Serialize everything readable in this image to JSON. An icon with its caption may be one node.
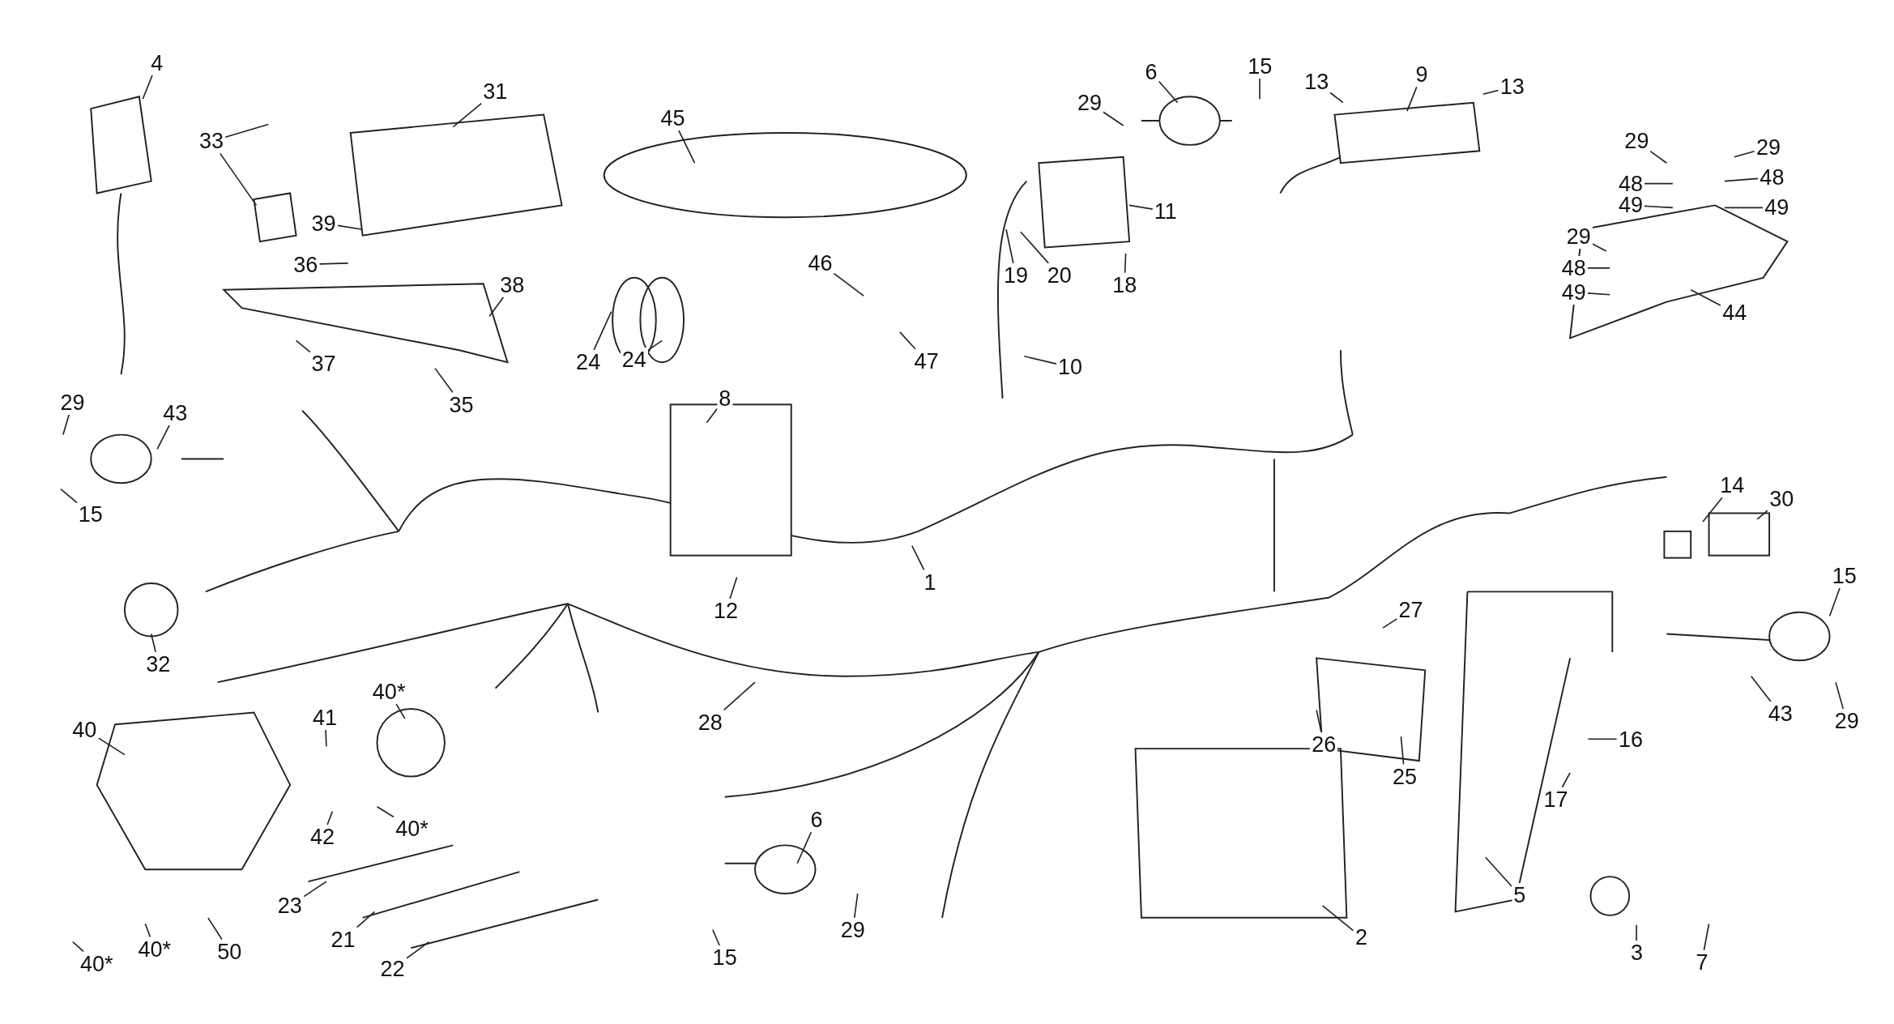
{
  "diagram": {
    "nodes": [
      {
        "text": [
          "4"
        ]
      },
      {
        "text": [
          "31"
        ]
      },
      {
        "text": [
          "33"
        ]
      },
      {
        "text": [
          "45"
        ]
      },
      {
        "text": [
          "29"
        ]
      },
      {
        "text": [
          "6"
        ]
      },
      {
        "text": [
          "15"
        ]
      },
      {
        "text": [
          "13"
        ]
      },
      {
        "text": [
          "9"
        ]
      },
      {
        "text": [
          "13"
        ]
      },
      {
        "text": [
          "29"
        ]
      },
      {
        "text": [
          "29"
        ]
      },
      {
        "text": [
          "48"
        ]
      },
      {
        "text": [
          "48"
        ]
      },
      {
        "text": [
          "49"
        ]
      },
      {
        "text": [
          "49"
        ]
      },
      {
        "text": [
          "39"
        ]
      },
      {
        "text": [
          "11"
        ]
      },
      {
        "text": [
          "36"
        ]
      },
      {
        "text": [
          "19"
        ]
      },
      {
        "text": [
          "20"
        ]
      },
      {
        "text": [
          "18"
        ]
      },
      {
        "text": [
          "38"
        ]
      },
      {
        "text": [
          "46"
        ]
      },
      {
        "text": [
          "29"
        ]
      },
      {
        "text": [
          "48"
        ]
      },
      {
        "text": [
          "49"
        ]
      },
      {
        "text": [
          "44"
        ]
      },
      {
        "text": [
          "24"
        ]
      },
      {
        "text": [
          "24"
        ]
      },
      {
        "text": [
          "47"
        ]
      },
      {
        "text": [
          "37"
        ]
      },
      {
        "text": [
          "10"
        ]
      },
      {
        "text": [
          "35"
        ]
      },
      {
        "text": [
          "8"
        ]
      },
      {
        "text": [
          "29"
        ]
      },
      {
        "text": [
          "43"
        ]
      },
      {
        "text": [
          "14"
        ]
      },
      {
        "text": [
          "15"
        ]
      },
      {
        "text": [
          "30"
        ]
      },
      {
        "text": [
          "1"
        ]
      },
      {
        "text": [
          "12"
        ]
      },
      {
        "text": [
          "27"
        ]
      },
      {
        "text": [
          "15"
        ]
      },
      {
        "text": [
          "32"
        ]
      },
      {
        "text": [
          "28"
        ]
      },
      {
        "text": [
          "40*"
        ]
      },
      {
        "text": [
          "40"
        ]
      },
      {
        "text": [
          "41"
        ]
      },
      {
        "text": [
          "26"
        ]
      },
      {
        "text": [
          "16"
        ]
      },
      {
        "text": [
          "25"
        ]
      },
      {
        "text": [
          "43"
        ]
      },
      {
        "text": [
          "29"
        ]
      },
      {
        "text": [
          "17"
        ]
      },
      {
        "text": [
          "42"
        ]
      },
      {
        "text": [
          "40*"
        ]
      },
      {
        "text": [
          "6"
        ]
      },
      {
        "text": [
          "5"
        ]
      },
      {
        "text": [
          "23"
        ]
      },
      {
        "text": [
          "29"
        ]
      },
      {
        "text": [
          "21"
        ]
      },
      {
        "text": [
          "2"
        ]
      },
      {
        "text": [
          "15"
        ]
      },
      {
        "text": [
          "3"
        ]
      },
      {
        "text": [
          "7"
        ]
      },
      {
        "text": [
          "22"
        ]
      },
      {
        "text": [
          "40*"
        ]
      },
      {
        "text": [
          "40*"
        ]
      },
      {
        "text": [
          "50"
        ]
      }
    ],
    "edges": [
      {
        "from": 0,
        "to": null,
        "arrow": "none"
      },
      {
        "from": 1,
        "to": null,
        "arrow": "none"
      },
      {
        "from": 2,
        "to": null,
        "arrow": "none"
      },
      {
        "from": 2,
        "to": null,
        "arrow": "none"
      },
      {
        "from": 3,
        "to": null,
        "arrow": "none"
      },
      {
        "from": 4,
        "to": null,
        "arrow": "none"
      },
      {
        "from": 5,
        "to": null,
        "arrow": "none"
      },
      {
        "from": 6,
        "to": null,
        "arrow": "none"
      },
      {
        "from": 7,
        "to": null,
        "arrow": "none"
      },
      {
        "from": 8,
        "to": null,
        "arrow": "none"
      },
      {
        "from": 9,
        "to": null,
        "arrow": "none"
      },
      {
        "from": 10,
        "to": null,
        "arrow": "none"
      },
      {
        "from": 11,
        "to": null,
        "arrow": "none"
      },
      {
        "from": 12,
        "to": null,
        "arrow": "none"
      },
      {
        "from": 13,
        "to": null,
        "arrow": "none"
      },
      {
        "from": 14,
        "to": null,
        "arrow": "none"
      },
      {
        "from": 15,
        "to": null,
        "arrow": "none"
      },
      {
        "from": 16,
        "to": null,
        "arrow": "none"
      },
      {
        "from": 17,
        "to": null,
        "arrow": "none"
      },
      {
        "from": 18,
        "to": null,
        "arrow": "none"
      },
      {
        "from": 19,
        "to": null,
        "arrow": "none"
      },
      {
        "from": 20,
        "to": null,
        "arrow": "none"
      },
      {
        "from": 21,
        "to": null,
        "arrow": "none"
      },
      {
        "from": 22,
        "to": null,
        "arrow": "none"
      },
      {
        "from": 23,
        "to": null,
        "arrow": "none"
      },
      {
        "from": 24,
        "to": null,
        "arrow": "none"
      },
      {
        "from": 25,
        "to": null,
        "arrow": "none"
      },
      {
        "from": 26,
        "to": null,
        "arrow": "none"
      },
      {
        "from": 27,
        "to": null,
        "arrow": "none"
      },
      {
        "from": 28,
        "to": null,
        "arrow": "none"
      },
      {
        "from": 29,
        "to": null,
        "arrow": "none"
      },
      {
        "from": 30,
        "to": null,
        "arrow": "none"
      },
      {
        "from": 31,
        "to": null,
        "arrow": "none"
      },
      {
        "from": 32,
        "to": null,
        "arrow": "none"
      },
      {
        "from": 33,
        "to": null,
        "arrow": "none"
      },
      {
        "from": 34,
        "to": null,
        "arrow": "none"
      },
      {
        "from": 35,
        "to": null,
        "arrow": "none"
      },
      {
        "from": 36,
        "to": null,
        "arrow": "none"
      },
      {
        "from": 37,
        "to": null,
        "arrow": "none"
      },
      {
        "from": 38,
        "to": null,
        "arrow": "none"
      },
      {
        "from": 39,
        "to": null,
        "arrow": "none"
      },
      {
        "from": 40,
        "to": null,
        "arrow": "none"
      },
      {
        "from": 41,
        "to": null,
        "arrow": "none"
      },
      {
        "from": 42,
        "to": null,
        "arrow": "none"
      },
      {
        "from": 43,
        "to": null,
        "arrow": "none"
      },
      {
        "from": 44,
        "to": null,
        "arrow": "none"
      },
      {
        "from": 45,
        "to": null,
        "arrow": "none"
      },
      {
        "from": 46,
        "to": null,
        "arrow": "none"
      },
      {
        "from": 47,
        "to": null,
        "arrow": "none"
      },
      {
        "from": 48,
        "to": null,
        "arrow": "none"
      },
      {
        "from": 49,
        "to": null,
        "arrow": "none"
      },
      {
        "from": 50,
        "to": null,
        "arrow": "none"
      },
      {
        "from": 51,
        "to": null,
        "arrow": "none"
      },
      {
        "from": 52,
        "to": null,
        "arrow": "none"
      },
      {
        "from": 53,
        "to": null,
        "arrow": "none"
      },
      {
        "from": 54,
        "to": null,
        "arrow": "none"
      },
      {
        "from": 55,
        "to": null,
        "arrow": "none"
      },
      {
        "from": 56,
        "to": null,
        "arrow": "none"
      },
      {
        "from": 57,
        "to": null,
        "arrow": "none"
      },
      {
        "from": 58,
        "to": null,
        "arrow": "none"
      },
      {
        "from": 59,
        "to": null,
        "arrow": "none"
      },
      {
        "from": 60,
        "to": null,
        "arrow": "none"
      },
      {
        "from": 61,
        "to": null,
        "arrow": "none"
      },
      {
        "from": 62,
        "to": null,
        "arrow": "none"
      },
      {
        "from": 63,
        "to": null,
        "arrow": "none"
      },
      {
        "from": 64,
        "to": null,
        "arrow": "none"
      },
      {
        "from": 65,
        "to": null,
        "arrow": "none"
      },
      {
        "from": 66,
        "to": null,
        "arrow": "none"
      },
      {
        "from": 67,
        "to": null,
        "arrow": "none"
      },
      {
        "from": 68,
        "to": null,
        "arrow": "none"
      },
      {
        "from": 69,
        "to": null,
        "arrow": "none"
      }
    ]
  }
}
